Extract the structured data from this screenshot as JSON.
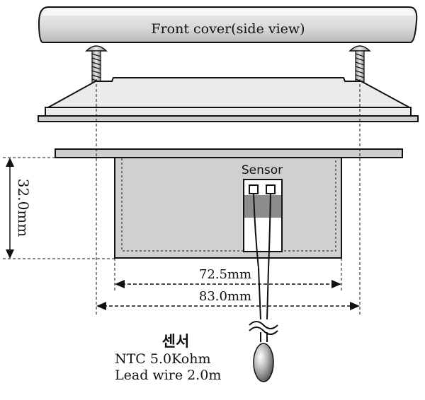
{
  "labels": {
    "cover": "Front cover(side view)",
    "sensor": "Sensor",
    "height_dim": "32.0mm",
    "inner_width_dim": "72.5mm",
    "outer_width_dim": "83.0mm",
    "sensor_korean": "센서",
    "sensor_type": "NTC 5.0Kohm",
    "lead_wire": "Lead wire 2.0m"
  },
  "colors": {
    "outline": "#111111",
    "panel_fill": "#d0d0d0",
    "light_fill": "#ebebeb",
    "sensor_gray": "#8c8c8c",
    "background": "#ffffff"
  }
}
